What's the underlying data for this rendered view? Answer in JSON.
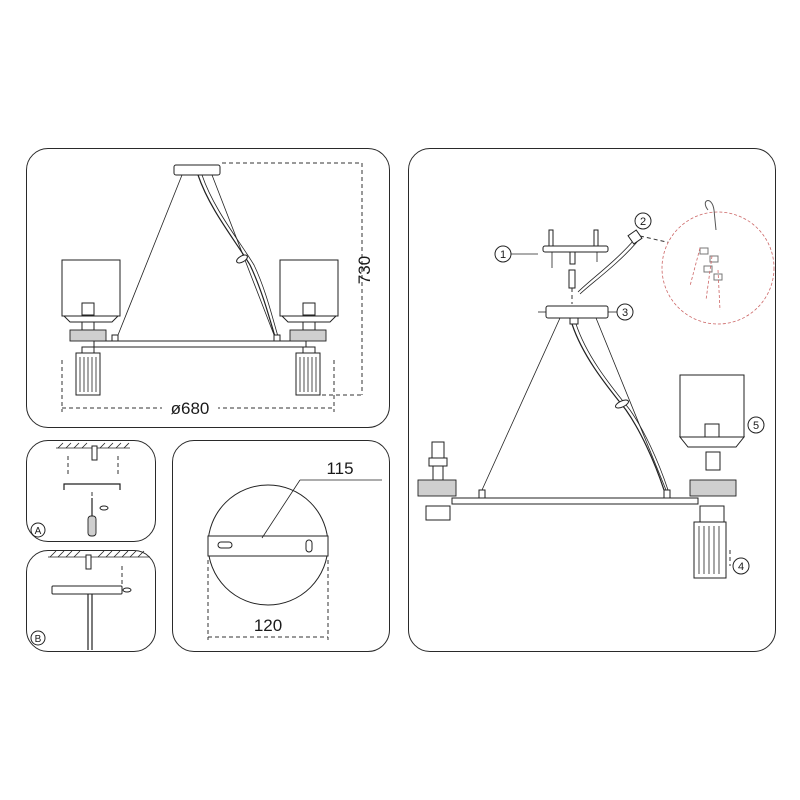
{
  "dimensions": {
    "height": "730",
    "diameter": "ø680",
    "canopy_length": "115",
    "canopy_width": "120"
  },
  "callouts": [
    "1",
    "2",
    "3",
    "4",
    "5"
  ],
  "steps": [
    "A",
    "B"
  ],
  "icons": [
    "screwdriver-icon",
    "screw-icon",
    "wire-connector-icon",
    "magnifier-circle-icon"
  ]
}
